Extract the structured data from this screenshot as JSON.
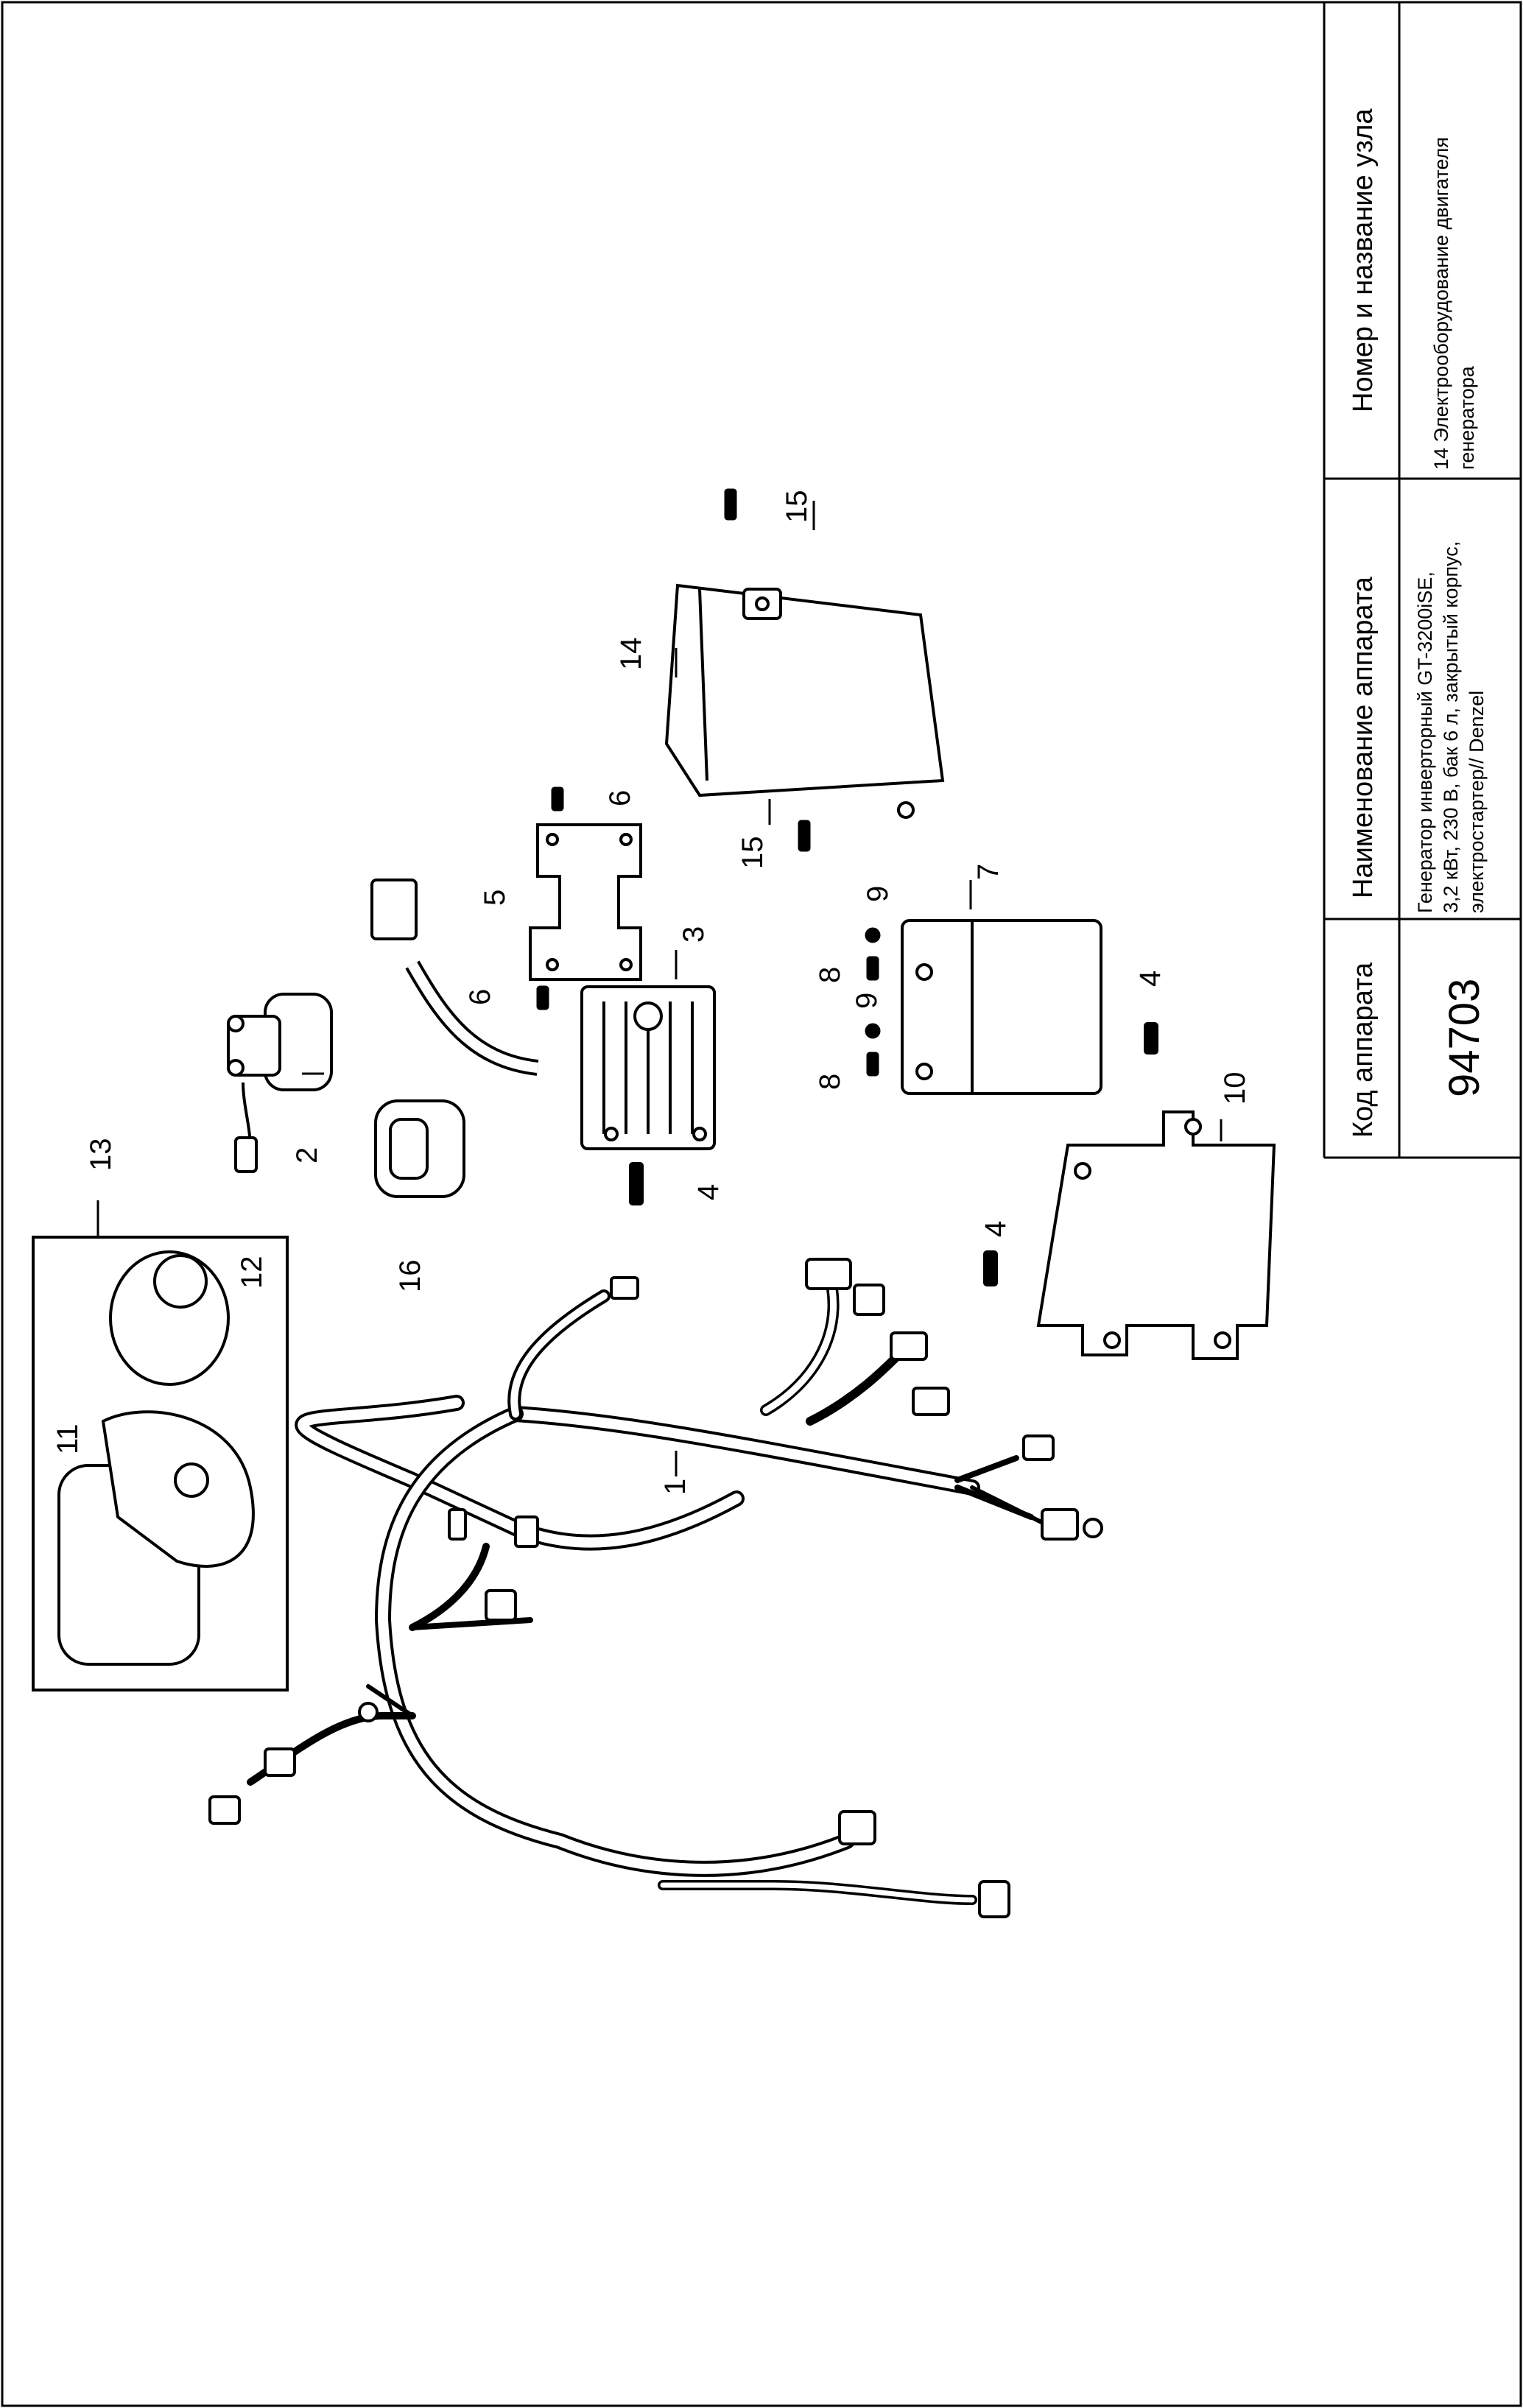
{
  "title_block": {
    "code_header": "Код аппарата",
    "name_header": "Наименование аппарата",
    "unit_header": "Номер и название узла",
    "code_value": "94703",
    "name_line1": "Генератор инверторный GT-3200iSE,",
    "name_line2": "3,2 кВт, 230 В, бак 6 л, закрытый корпус,",
    "name_line3": "электростартер// Denzel",
    "unit_line1": "14 Электрооборудование двигателя",
    "unit_line2": "генератора"
  },
  "callouts": {
    "c1": "1",
    "c2": "2",
    "c3": "3",
    "c4a": "4",
    "c4b": "4",
    "c4c": "4",
    "c5": "5",
    "c6a": "6",
    "c6b": "6",
    "c7": "7",
    "c8a": "8",
    "c8b": "8",
    "c9a": "9",
    "c9b": "9",
    "c10": "10",
    "c11": "11",
    "c12": "12",
    "c13": "13",
    "c14": "14",
    "c15a": "15",
    "c15b": "15",
    "c16": "16"
  }
}
